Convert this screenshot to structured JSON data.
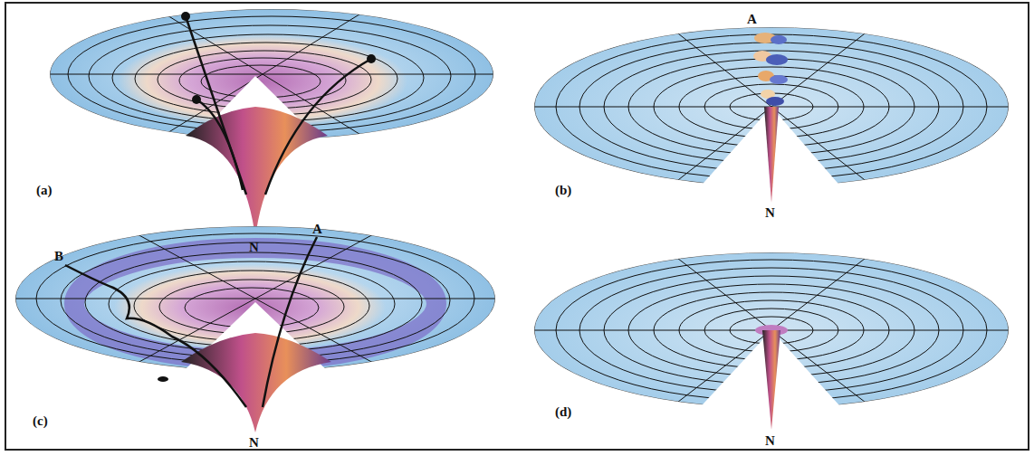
{
  "diagram": {
    "labels": [
      "(a)",
      "N",
      "A",
      "(b)",
      "N",
      "B",
      "A",
      "(c)",
      "N",
      "(d)",
      "N"
    ]
  }
}
